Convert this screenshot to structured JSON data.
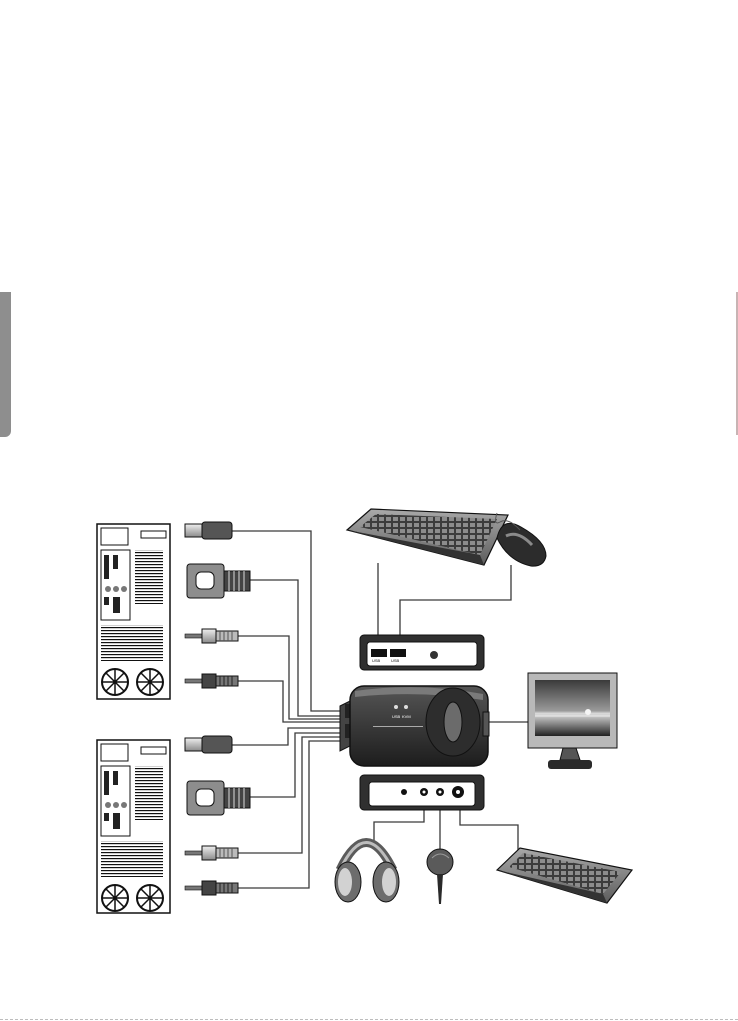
{
  "diagram": {
    "kvm_leds": [
      "USB",
      "KVM"
    ],
    "rear_ports": [
      "USB",
      "USB"
    ],
    "rear_button": "",
    "audio_ports": [
      "",
      "",
      ""
    ]
  },
  "colors": {
    "device_dark": "#2b2b2b",
    "device_mid": "#5a5a5a",
    "cable": "#3a3a3a",
    "tab": "#8e8e8e"
  }
}
